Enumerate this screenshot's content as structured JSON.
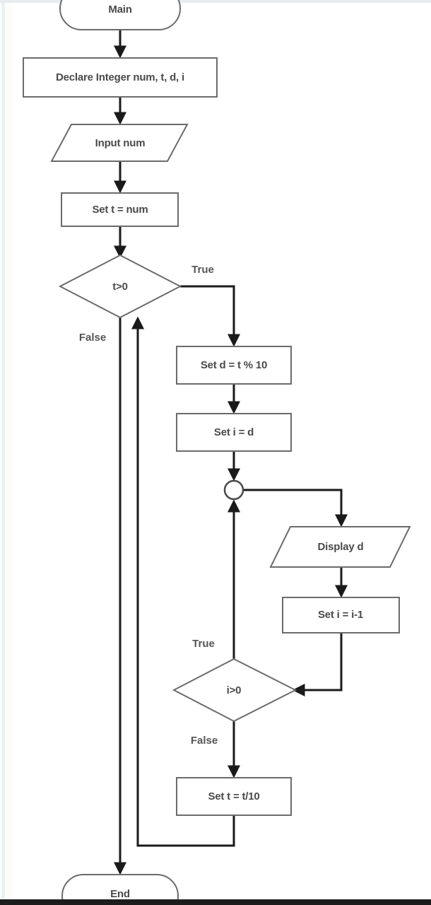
{
  "diagram": {
    "title": "Main",
    "type": "flowchart",
    "nodes": [
      {
        "id": "start",
        "kind": "terminator",
        "label": "Main"
      },
      {
        "id": "declare",
        "kind": "process",
        "label": "Declare Integer num, t, d, i"
      },
      {
        "id": "input",
        "kind": "input",
        "label": "Input num"
      },
      {
        "id": "sett",
        "kind": "process",
        "label": "Set t = num"
      },
      {
        "id": "dec_t",
        "kind": "decision",
        "label": "t>0"
      },
      {
        "id": "setd",
        "kind": "process",
        "label": "Set d = t % 10"
      },
      {
        "id": "seti",
        "kind": "process",
        "label": "Set i = d"
      },
      {
        "id": "merge",
        "kind": "connector",
        "label": ""
      },
      {
        "id": "display",
        "kind": "output",
        "label": "Display d"
      },
      {
        "id": "deci",
        "kind": "process",
        "label": "Set i = i-1"
      },
      {
        "id": "dec_i",
        "kind": "decision",
        "label": "i>0"
      },
      {
        "id": "sett10",
        "kind": "process",
        "label": "Set t = t/10"
      },
      {
        "id": "end",
        "kind": "terminator",
        "label": "End"
      }
    ],
    "edge_labels": {
      "t_true": "True",
      "t_false": "False",
      "i_true": "True",
      "i_false": "False"
    },
    "colors": {
      "shape_stroke": "#6b6b6b",
      "line": "#1a1a1a",
      "text": "#4a4a4a",
      "background": "#ffffff"
    }
  }
}
